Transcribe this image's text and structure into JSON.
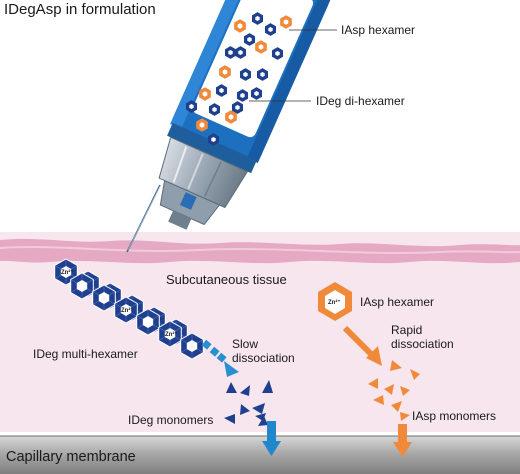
{
  "title": "IDegAsp in formulation",
  "labels": {
    "iasp_hexamer_pen": "IAsp hexamer",
    "ideg_dihexamer": "IDeg di-hexamer",
    "subcutaneous": "Subcutaneous tissue",
    "iasp_hexamer_tissue": "IAsp hexamer",
    "ideg_multihexamer": "IDeg multi-hexamer",
    "slow_line1": "Slow",
    "slow_line2": "dissociation",
    "rapid_line1": "Rapid",
    "rapid_line2": "dissociation",
    "ideg_monomers": "IDeg monomers",
    "iasp_monomers": "IAsp monomers",
    "capillary": "Capillary membrane",
    "zn": "Zn²⁺"
  },
  "colors": {
    "ideg_blue": "#1f3f8f",
    "pen_blue": "#1d6fc0",
    "iasp_orange": "#f08a3a",
    "slow_arrow": "#2a8fd0",
    "tissue_pink": "#f8e6ee",
    "membrane_grey": "#9c9c9c"
  }
}
